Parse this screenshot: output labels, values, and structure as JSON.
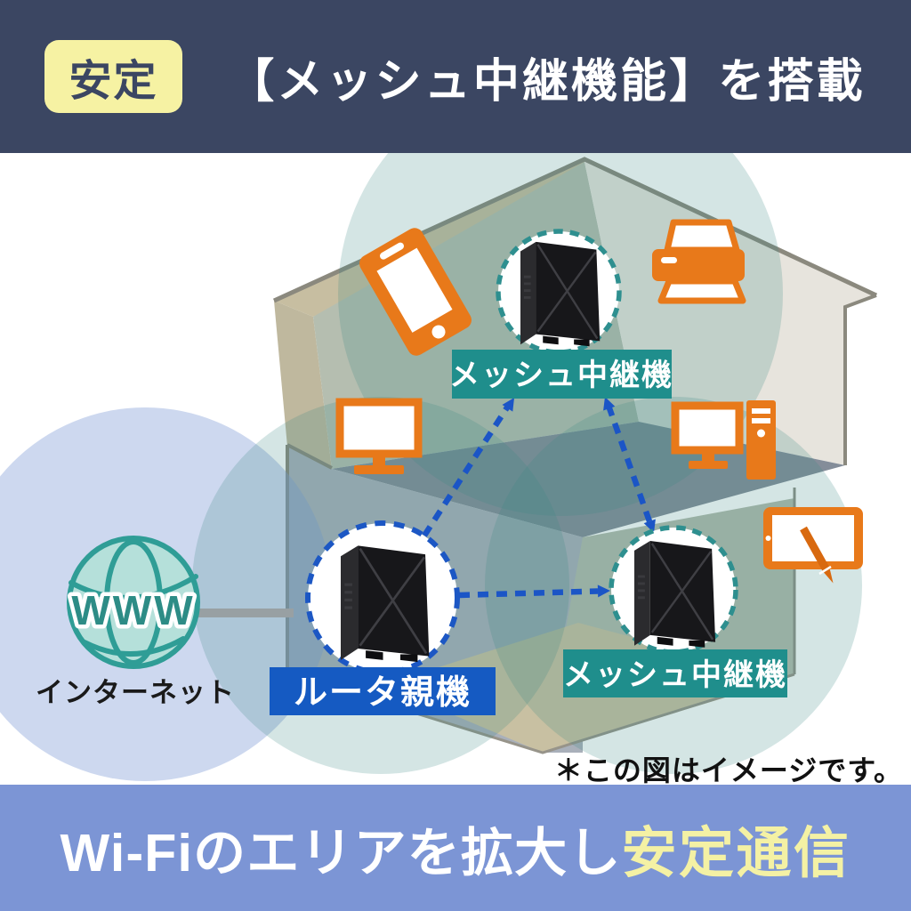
{
  "header": {
    "badge_label": "安定",
    "title": "【メッシュ中継機能】を搭載"
  },
  "diagram": {
    "internet": {
      "globe_text": "WWW",
      "label": "インターネット"
    },
    "nodes": {
      "router": {
        "label": "ルータ親機"
      },
      "relay_top": {
        "label": "メッシュ中継機"
      },
      "relay_right": {
        "label": "メッシュ中継機"
      }
    },
    "device_icons": [
      "smartphone",
      "printer",
      "monitor",
      "desktop-pc",
      "tablet-with-pen"
    ],
    "connections": [
      "router-to-relay-top",
      "relay-top-to-relay-right-bidirectional",
      "router-to-relay-right"
    ],
    "colors": {
      "header_bg": "#3B4662",
      "badge_yellow": "#F6F2A3",
      "footer_bg": "#7C95D5",
      "highlight_yellow": "#F4F1A4",
      "device_orange": "#E8791A",
      "relay_label_teal": "#1F8E8C",
      "router_label_blue": "#155AC2",
      "arrow_blue": "#1B55C6",
      "wifi_circle_teal": "#3D8A84",
      "internet_circle_lavender": "#829DD7"
    }
  },
  "note_text": "＊この図はイメージです。",
  "footer": {
    "text_white": "Wi-Fiのエリアを拡大し",
    "text_highlight": "安定通信"
  }
}
